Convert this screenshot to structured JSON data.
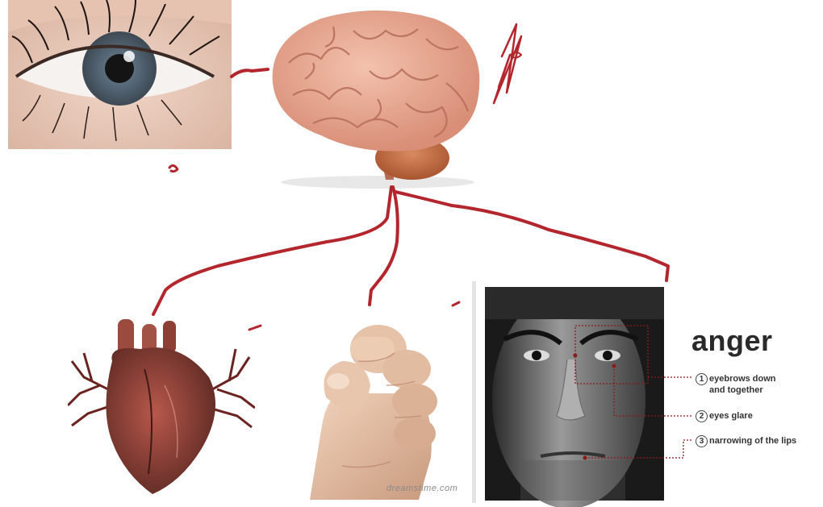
{
  "diagram": {
    "nodes": [
      {
        "id": "eye",
        "description_icon": "eye-photo-icon"
      },
      {
        "id": "brain",
        "description_icon": "brain-photo-icon"
      },
      {
        "id": "heart",
        "description_icon": "heart-photo-icon"
      },
      {
        "id": "fist",
        "description_icon": "fist-photo-icon"
      },
      {
        "id": "anger-face",
        "description_icon": "face-photo-icon"
      }
    ],
    "edges": [
      {
        "from": "eye",
        "to": "brain"
      },
      {
        "from": "brain",
        "to": "heart"
      },
      {
        "from": "brain",
        "to": "fist"
      },
      {
        "from": "brain",
        "to": "anger-face"
      }
    ],
    "annotation_color": "#b3262d"
  },
  "anger_panel": {
    "title": "anger",
    "features": [
      {
        "number": "1",
        "line1": "eyebrows down",
        "line2": "and together"
      },
      {
        "number": "2",
        "text": "eyes glare"
      },
      {
        "number": "3",
        "text": "narrowing of the lips"
      }
    ]
  },
  "fist_photo": {
    "watermark": "dreamstime.com"
  }
}
